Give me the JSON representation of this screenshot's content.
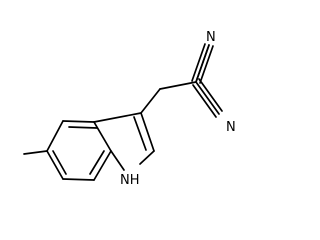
{
  "structure": {
    "atom_labels": {
      "nitrile_upper": "N",
      "nitrile_lower": "N",
      "indole_nh": "NH"
    }
  }
}
